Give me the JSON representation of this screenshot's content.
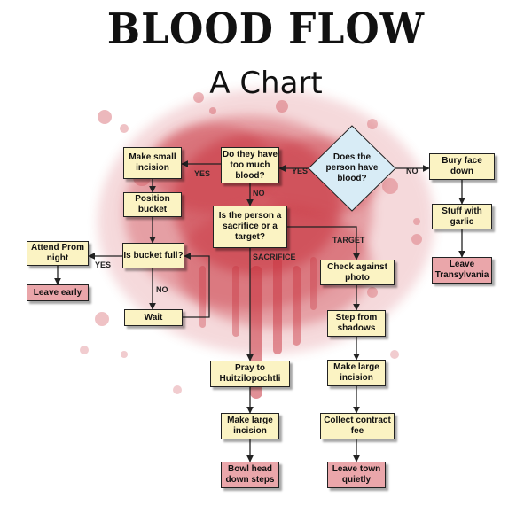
{
  "title": "BLOOD FLOW",
  "subtitle": "A Chart",
  "nodes": {
    "start": "Does the person have blood?",
    "too_much": "Do they have too much blood?",
    "small_incision": "Make small incision",
    "position_bucket": "Position bucket",
    "bucket_full": "Is bucket full?",
    "attend_prom": "Attend Prom night",
    "leave_early": "Leave early",
    "wait": "Wait",
    "sacrifice_or_target": "Is the person a sacrifice or a target?",
    "pray": "Pray to Huitzilopochtli",
    "large_incision_left": "Make large incision",
    "bowl_head": "Bowl head down steps",
    "check_photo": "Check against photo",
    "step_shadows": "Step from shadows",
    "large_incision_right": "Make large incision",
    "collect_fee": "Collect contract fee",
    "leave_town": "Leave town quietly",
    "bury_face": "Bury face down",
    "stuff_garlic": "Stuff with garlic",
    "leave_transylvania": "Leave Transylvania"
  },
  "labels": {
    "yes_1": "YES",
    "no_1": "NO",
    "yes_2": "YES",
    "no_2": "NO",
    "yes_3": "YES",
    "no_3": "NO",
    "target": "TARGET",
    "sacrifice": "SACRIFICE"
  },
  "colors": {
    "process_fill": "#fbf3c3",
    "end_fill": "#eaa6aa",
    "decision_fill": "#d8ecf6",
    "splatter": "#c9343f"
  }
}
